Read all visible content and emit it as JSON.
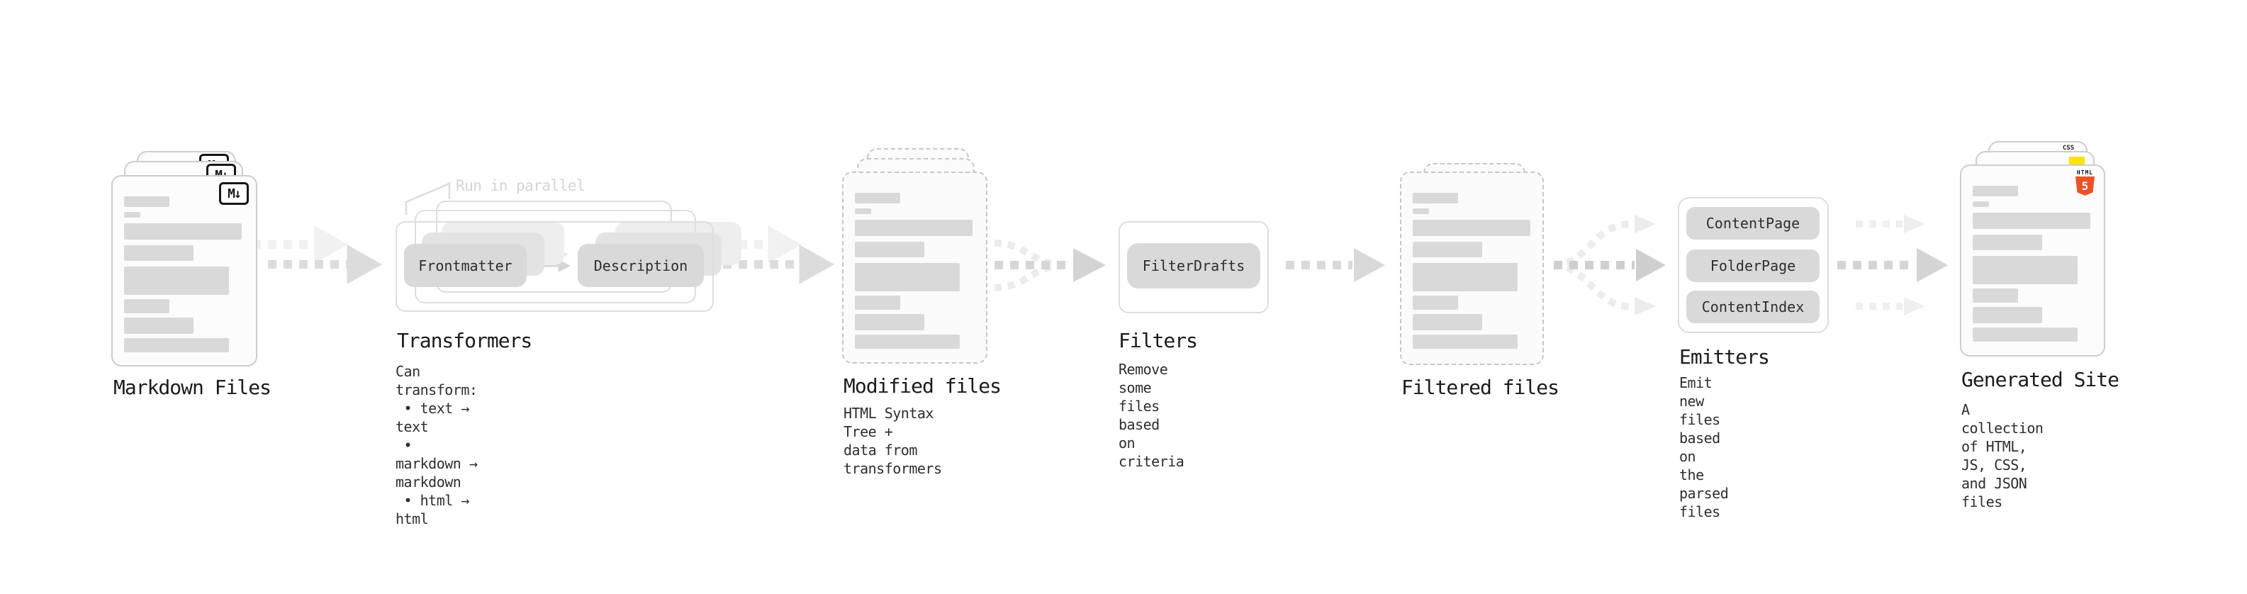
{
  "stages": {
    "markdown": {
      "title": "Markdown Files",
      "badge": "M↓"
    },
    "transformers": {
      "title": "Transformers",
      "annotation": "Run in parallel",
      "pills": [
        "Frontmatter",
        "Description"
      ],
      "description": "Can transform:\n • text → text\n • markdown → markdown\n • html → html"
    },
    "modified": {
      "title": "Modified files",
      "description": "HTML Syntax Tree +\ndata from transformers"
    },
    "filters": {
      "title": "Filters",
      "pills": [
        "FilterDrafts"
      ],
      "description": "Remove some files based\non criteria"
    },
    "filtered": {
      "title": "Filtered files"
    },
    "emitters": {
      "title": "Emitters",
      "pills": [
        "ContentPage",
        "FolderPage",
        "ContentIndex"
      ],
      "description": "Emit new files based on\nthe parsed files"
    },
    "generated": {
      "title": "Generated Site",
      "description": "A collection of HTML,\nJS, CSS, and JSON files",
      "badges": {
        "css": "CSS",
        "html": "HTML",
        "html_number": "5"
      }
    }
  },
  "colors": {
    "skeleton": "#d9d9d9",
    "pill": "#d9d9d9",
    "arrow_main": "#dcdcdc",
    "arrow_ghost": "#f1f1f1",
    "html5_orange": "#eb5327",
    "js_yellow": "#ffe206",
    "css_blue": "#2b6be8"
  }
}
